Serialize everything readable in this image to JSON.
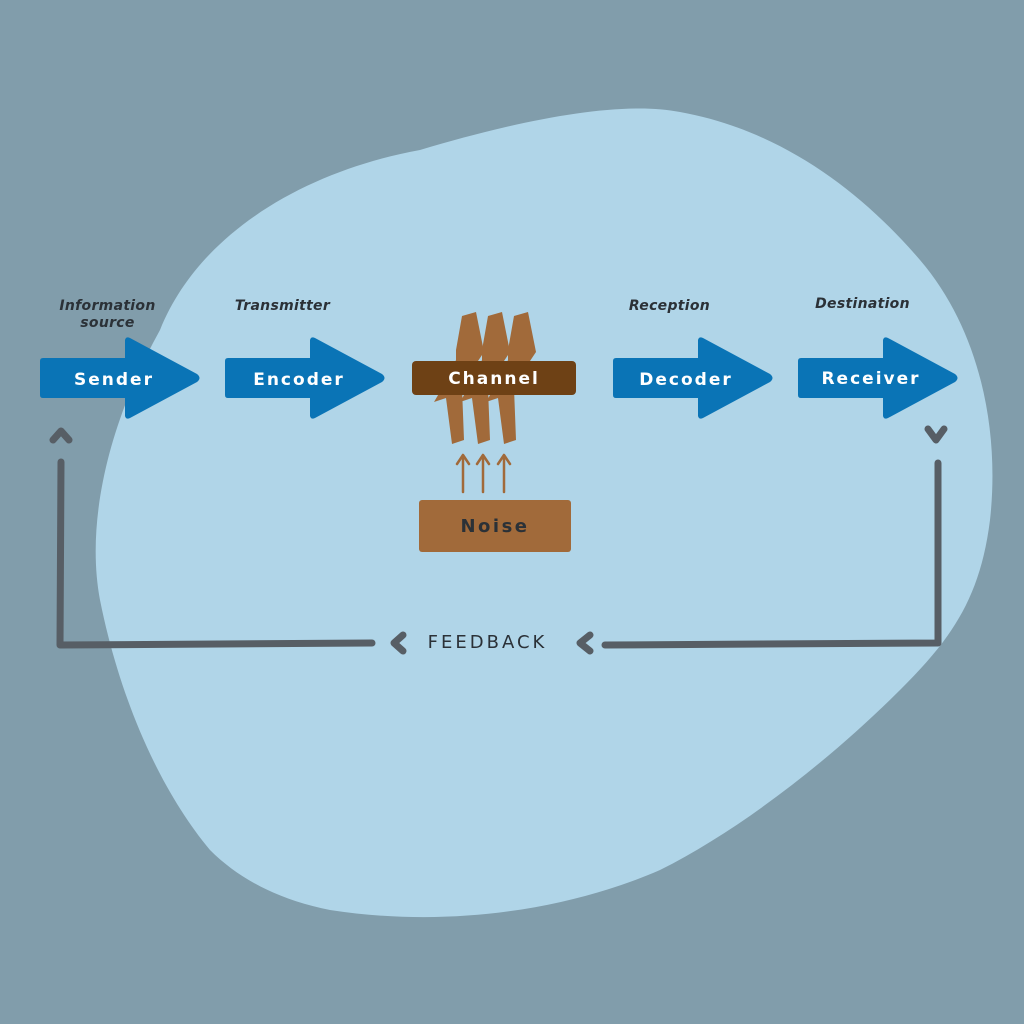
{
  "diagram": {
    "type": "communication-model",
    "colors": {
      "background": "#819dab",
      "blob": "#b0d5e8",
      "arrow_blue": "#0a74b6",
      "channel_brown": "#6e4115",
      "noise_brown": "#a16a3a",
      "feedback_gray": "#575e65",
      "text_dark": "#2b3137",
      "text_light": "#ffffff"
    },
    "stages": [
      {
        "id": "sender",
        "label": "Information\nsource",
        "node": "Sender"
      },
      {
        "id": "encoder",
        "label": "Transmitter",
        "node": "Encoder"
      },
      {
        "id": "channel",
        "label": "",
        "node": "Channel"
      },
      {
        "id": "decoder",
        "label": "Reception",
        "node": "Decoder"
      },
      {
        "id": "receiver",
        "label": "Destination",
        "node": "Receiver"
      }
    ],
    "noise": {
      "label": "Noise"
    },
    "feedback": {
      "label": "FEEDBACK",
      "direction": "receiver-to-sender"
    }
  }
}
